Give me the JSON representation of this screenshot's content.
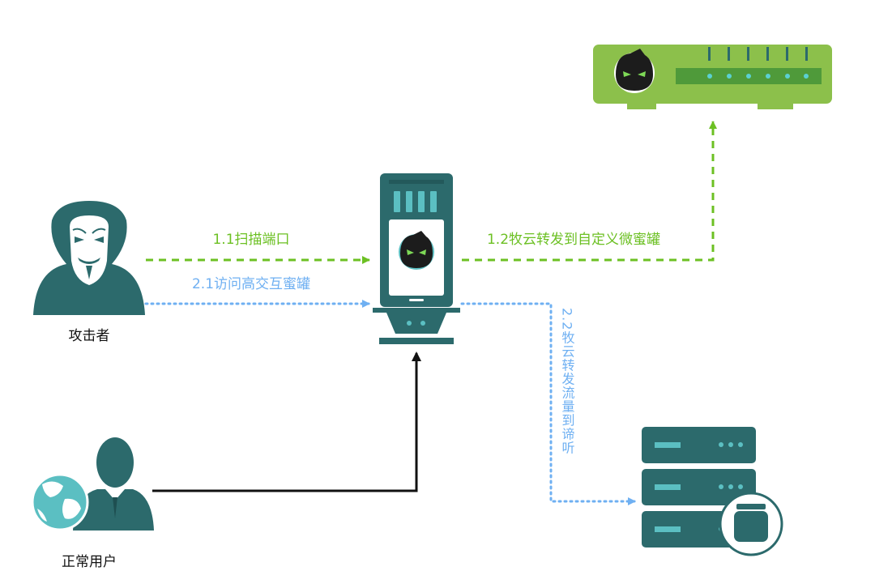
{
  "labels": {
    "attacker": "攻击者",
    "normal_user": "正常用户",
    "scan_ports": "1.1扫描端口",
    "visit_high_interaction": "2.1访问高交互蜜罐",
    "forward_custom": "1.2牧云转发到自定义微蜜罐",
    "forward_listen": "2.2牧云转发流量到谛听"
  },
  "colors": {
    "green_arrow": "#6cc023",
    "blue_arrow": "#6fb0f2",
    "teal": "#2c6a6c",
    "router_green": "#8cc04b",
    "black_arrow": "#111111"
  },
  "icons": {
    "attacker": "hooded-hacker-icon",
    "normal_user": "user-globe-icon",
    "relay": "mobile-relay-device-icon",
    "custom_honeypot": "router-honeypot-icon",
    "dting_server": "server-stack-icon"
  }
}
